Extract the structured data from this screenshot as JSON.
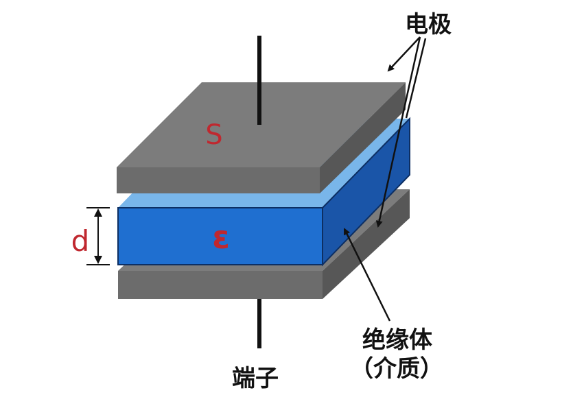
{
  "labels": {
    "electrode": "电极",
    "insulator": "绝缘体",
    "dielectric": "（介质）",
    "terminal": "端子",
    "area_symbol": "S",
    "permittivity_symbol": "ε",
    "distance_symbol": "d"
  },
  "colors": {
    "plate_top": "#7c7c7c",
    "plate_front": "#6a6a6a",
    "plate_side": "#555555",
    "dielectric_top": "#79b6ea",
    "dielectric_front": "#1f6fd0",
    "dielectric_side": "#1a55a8",
    "symbol_red": "#c0282f",
    "wire": "#111111"
  }
}
